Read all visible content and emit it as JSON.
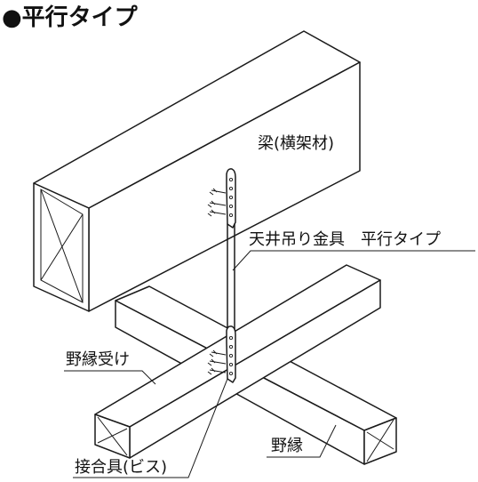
{
  "title": "●平行タイプ",
  "labels": {
    "beam": "梁(横架材)",
    "hanger": "天井吊り金具　平行タイプ",
    "runner": "野縁受け",
    "joist": "野縁",
    "fastener": "接合具(ビス)"
  },
  "colors": {
    "line": "#1a1a1a",
    "background": "#ffffff"
  }
}
